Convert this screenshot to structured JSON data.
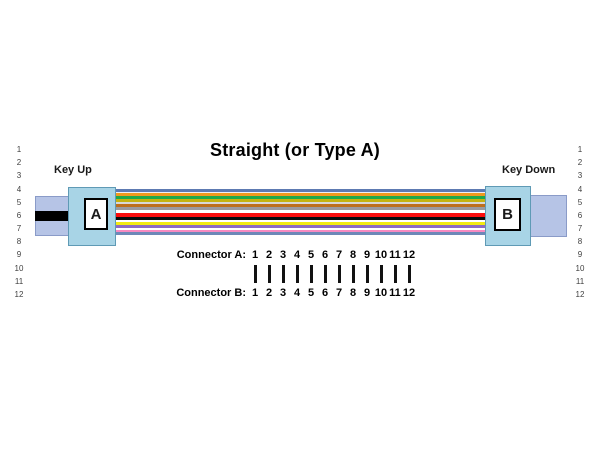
{
  "title": "Straight (or Type A)",
  "labels": {
    "key_up": "Key Up",
    "key_down": "Key Down",
    "connector_a_letter": "A",
    "connector_b_letter": "B"
  },
  "side_pins": {
    "left": [
      "1",
      "2",
      "3",
      "4",
      "5",
      "6",
      "7",
      "8",
      "9",
      "10",
      "11",
      "12"
    ],
    "right": [
      "1",
      "2",
      "3",
      "4",
      "5",
      "6",
      "7",
      "8",
      "9",
      "10",
      "11",
      "12"
    ]
  },
  "mapping": {
    "row_a_label": "Connector A:",
    "row_b_label": "Connector B:",
    "a_pins": [
      "1",
      "2",
      "3",
      "4",
      "5",
      "6",
      "7",
      "8",
      "9",
      "10",
      "11",
      "12"
    ],
    "b_pins": [
      "1",
      "2",
      "3",
      "4",
      "5",
      "6",
      "7",
      "8",
      "9",
      "10",
      "11",
      "12"
    ],
    "link_glyph": "|"
  },
  "colors": {
    "connector_body": "#a8d4e6",
    "connector_body_border": "#5f9ab5",
    "boot": "#b6c4e6",
    "boot_border": "#8a9bc8",
    "key_stripe": "#000000"
  },
  "ribbon_stripes": [
    {
      "name": "gap-white",
      "color": "#ffffff",
      "h": 5
    },
    {
      "name": "fiber-blue",
      "color": "#5d7ab2",
      "h": 3
    },
    {
      "name": "gap-pale",
      "color": "#eef0f4",
      "h": 2
    },
    {
      "name": "fiber-orange",
      "color": "#f09a1e",
      "h": 3
    },
    {
      "name": "fiber-green",
      "color": "#1ea84a",
      "h": 3
    },
    {
      "name": "fiber-olive",
      "color": "#c3b312",
      "h": 3
    },
    {
      "name": "gap-gray",
      "color": "#d8d8d8",
      "h": 2
    },
    {
      "name": "fiber-brown",
      "color": "#bd6f1e",
      "h": 3
    },
    {
      "name": "fiber-slate",
      "color": "#9a9aa0",
      "h": 3
    },
    {
      "name": "fiber-white",
      "color": "#ffffff",
      "h": 4
    },
    {
      "name": "fiber-red",
      "color": "#fb0d0d",
      "h": 4
    },
    {
      "name": "fiber-black",
      "color": "#0a0a0a",
      "h": 3
    },
    {
      "name": "gap-white",
      "color": "#ffffff",
      "h": 2
    },
    {
      "name": "fiber-yellow",
      "color": "#f2ea12",
      "h": 3
    },
    {
      "name": "fiber-violet",
      "color": "#8d6bc2",
      "h": 3
    },
    {
      "name": "gap-white",
      "color": "#ffffff",
      "h": 2
    },
    {
      "name": "fiber-rose",
      "color": "#f78ac2",
      "h": 3
    },
    {
      "name": "fiber-aqua",
      "color": "#6e88b8",
      "h": 3
    },
    {
      "name": "gap-white",
      "color": "#ffffff",
      "h": 5
    }
  ]
}
